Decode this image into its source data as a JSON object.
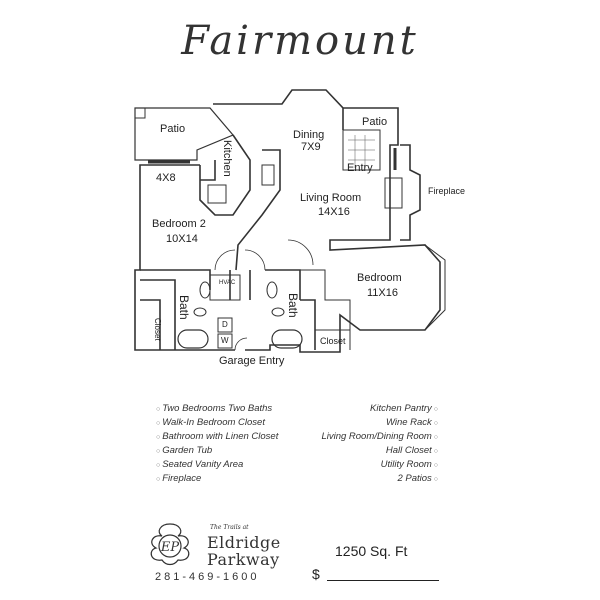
{
  "title": "Fairmount",
  "rooms": {
    "patio_left": "Patio",
    "patio_right": "Patio",
    "kitchen": "Kitchen",
    "dining": "Dining",
    "dining_size": "7X9",
    "entry": "Entry",
    "fireplace": "Fireplace",
    "closet_4x8": "4X8",
    "living": "Living Room",
    "living_size": "14X16",
    "bedroom2": "Bedroom 2",
    "bedroom2_size": "10X14",
    "bedroom": "Bedroom",
    "bedroom_size": "11X16",
    "hvac": "HVAC",
    "bath_left": "Bath",
    "bath_right": "Bath",
    "closet_left": "Closet",
    "closet_right": "Closet",
    "dryer": "D",
    "washer": "W",
    "garage_entry": "Garage Entry"
  },
  "features_left": [
    "Two Bedrooms  Two Baths",
    "Walk-In Bedroom Closet",
    "Bathroom with Linen Closet",
    "Garden Tub",
    "Seated Vanity Area",
    "Fireplace"
  ],
  "features_right": [
    "Kitchen Pantry",
    "Wine Rack",
    "Living Room/Dining Room",
    "Hall Closet",
    "Utility Room",
    "2 Patios"
  ],
  "logo": {
    "small_text": "The Trails at",
    "line1": "Eldridge",
    "line2": "Parkway",
    "monogram": "EP"
  },
  "phone": "281-469-1600",
  "sqft": "1250 Sq. Ft",
  "price_label": "$"
}
